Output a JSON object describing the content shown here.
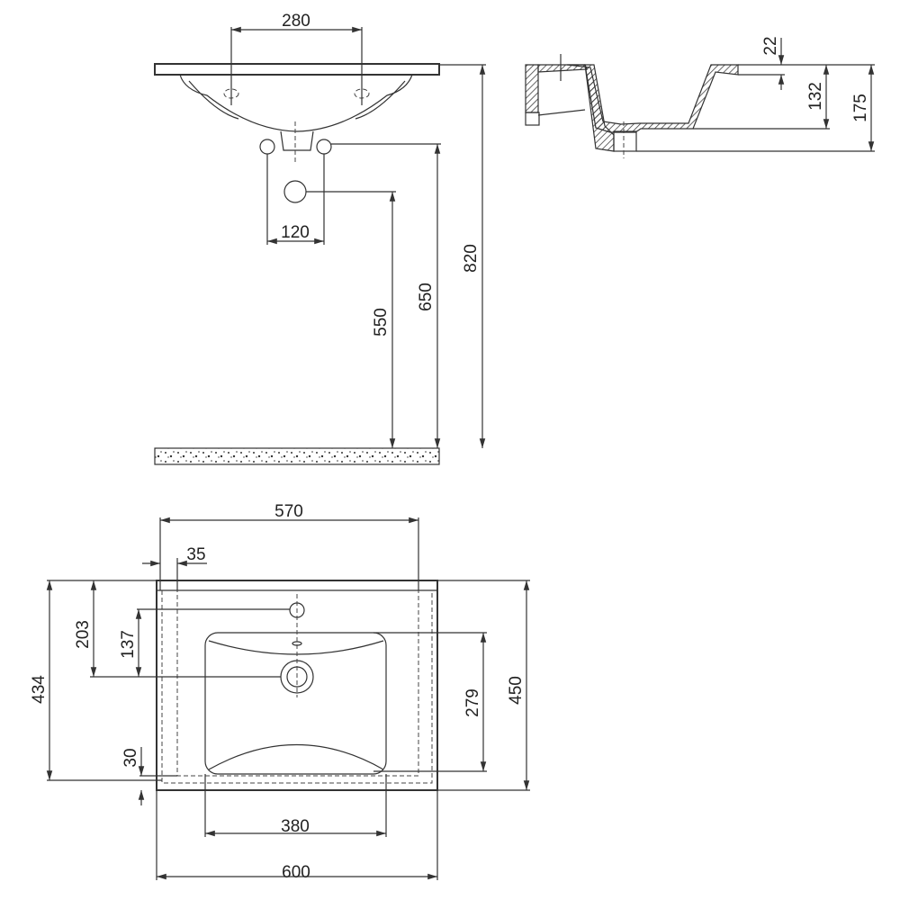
{
  "front_view": {
    "dim_tap_spacing": "280",
    "dim_pipe_spacing": "120",
    "dim_total_height": "820",
    "dim_pipe_height": "650",
    "dim_drain_height": "550"
  },
  "side_view": {
    "dim_rim": "22",
    "dim_bowl_depth": "132",
    "dim_total_depth": "175"
  },
  "plan_view": {
    "dim_inner_width": "570",
    "dim_side_offset": "35",
    "dim_inner_depth": "434",
    "dim_drain_from_back": "203",
    "dim_tap_to_drain": "137",
    "dim_front_offset": "30",
    "dim_bowl_depth": "279",
    "dim_total_depth": "450",
    "dim_bowl_width": "380",
    "dim_total_width": "600"
  }
}
